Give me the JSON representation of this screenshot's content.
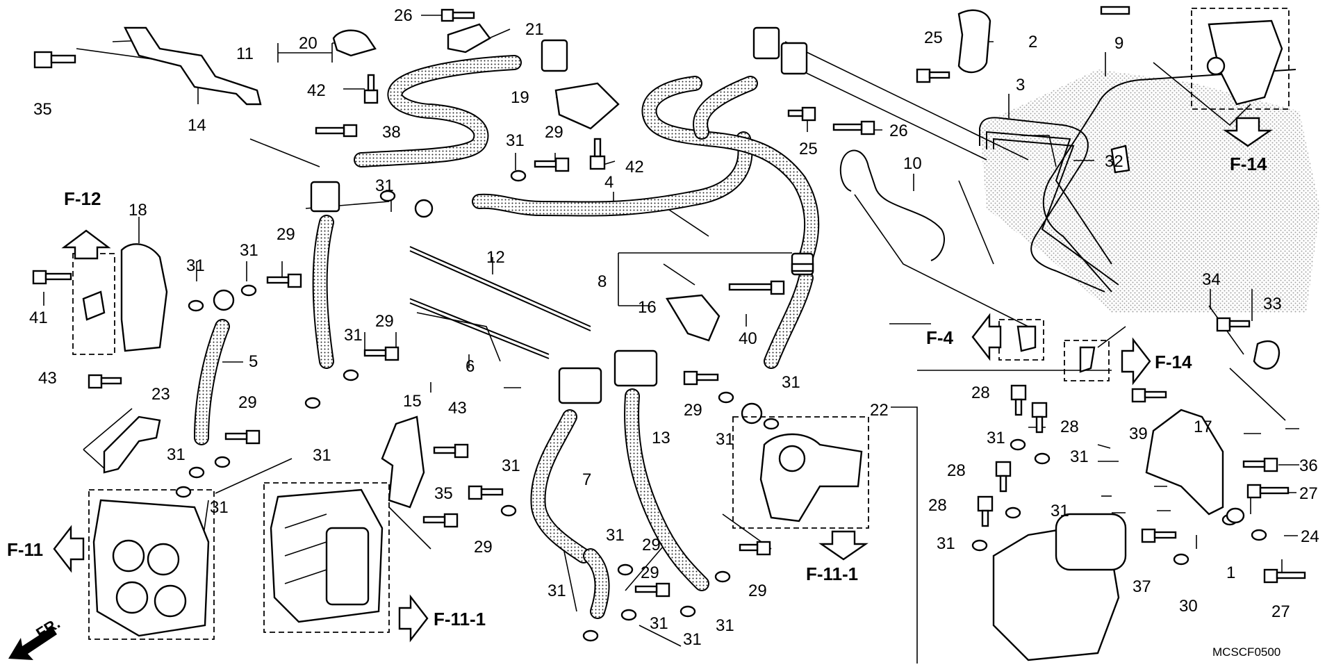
{
  "callouts": [
    {
      "id": "c1",
      "text": "26"
    },
    {
      "id": "c2",
      "text": "21"
    },
    {
      "id": "c3",
      "text": "20"
    },
    {
      "id": "c4",
      "text": "11"
    },
    {
      "id": "c5",
      "text": "25"
    },
    {
      "id": "c6",
      "text": "2"
    },
    {
      "id": "c7",
      "text": "9"
    },
    {
      "id": "c8",
      "text": "3"
    },
    {
      "id": "c9",
      "text": "35"
    },
    {
      "id": "c10",
      "text": "14"
    },
    {
      "id": "c11",
      "text": "42"
    },
    {
      "id": "c12",
      "text": "19"
    },
    {
      "id": "c13",
      "text": "38"
    },
    {
      "id": "c14",
      "text": "31"
    },
    {
      "id": "c15",
      "text": "29"
    },
    {
      "id": "c16",
      "text": "42"
    },
    {
      "id": "c17",
      "text": "25"
    },
    {
      "id": "c18",
      "text": "26"
    },
    {
      "id": "c19",
      "text": "10"
    },
    {
      "id": "c20",
      "text": "32"
    },
    {
      "id": "c21",
      "text": "18"
    },
    {
      "id": "c22",
      "text": "31"
    },
    {
      "id": "c23",
      "text": "4"
    },
    {
      "id": "c24",
      "text": "12"
    },
    {
      "id": "c25",
      "text": "41"
    },
    {
      "id": "c26",
      "text": "31"
    },
    {
      "id": "c27",
      "text": "31"
    },
    {
      "id": "c28",
      "text": "29"
    },
    {
      "id": "c29",
      "text": "8"
    },
    {
      "id": "c30",
      "text": "16"
    },
    {
      "id": "c31",
      "text": "40"
    },
    {
      "id": "c32",
      "text": "34"
    },
    {
      "id": "c33",
      "text": "33"
    },
    {
      "id": "c34",
      "text": "5"
    },
    {
      "id": "c35",
      "text": "31"
    },
    {
      "id": "c36",
      "text": "29"
    },
    {
      "id": "c37",
      "text": "6"
    },
    {
      "id": "c38",
      "text": "43"
    },
    {
      "id": "c39",
      "text": "23"
    },
    {
      "id": "c40",
      "text": "29"
    },
    {
      "id": "c41",
      "text": "31"
    },
    {
      "id": "c42",
      "text": "31"
    },
    {
      "id": "c43",
      "text": "15"
    },
    {
      "id": "c44",
      "text": "43"
    },
    {
      "id": "c45",
      "text": "13"
    },
    {
      "id": "c46",
      "text": "29"
    },
    {
      "id": "c47",
      "text": "31"
    },
    {
      "id": "c48",
      "text": "31"
    },
    {
      "id": "c49",
      "text": "22"
    },
    {
      "id": "c50",
      "text": "28"
    },
    {
      "id": "c51",
      "text": "28"
    },
    {
      "id": "c52",
      "text": "31"
    },
    {
      "id": "c53",
      "text": "31"
    },
    {
      "id": "c54",
      "text": "28"
    },
    {
      "id": "c55",
      "text": "28"
    },
    {
      "id": "c56",
      "text": "31"
    },
    {
      "id": "c57",
      "text": "31"
    },
    {
      "id": "c58",
      "text": "39"
    },
    {
      "id": "c59",
      "text": "17"
    },
    {
      "id": "c60",
      "text": "36"
    },
    {
      "id": "c61",
      "text": "27"
    },
    {
      "id": "c62",
      "text": "24"
    },
    {
      "id": "c63",
      "text": "1"
    },
    {
      "id": "c64",
      "text": "37"
    },
    {
      "id": "c65",
      "text": "30"
    },
    {
      "id": "c66",
      "text": "27"
    },
    {
      "id": "c67",
      "text": "35"
    },
    {
      "id": "c68",
      "text": "31"
    },
    {
      "id": "c69",
      "text": "7"
    },
    {
      "id": "c70",
      "text": "29"
    },
    {
      "id": "c71",
      "text": "31"
    },
    {
      "id": "c72",
      "text": "31"
    },
    {
      "id": "c73",
      "text": "29"
    },
    {
      "id": "c74",
      "text": "29"
    },
    {
      "id": "c75",
      "text": "31"
    },
    {
      "id": "c76",
      "text": "31"
    },
    {
      "id": "c77",
      "text": "31"
    },
    {
      "id": "c78",
      "text": "31"
    },
    {
      "id": "c79",
      "text": "29"
    },
    {
      "id": "c80",
      "text": "31"
    }
  ],
  "references": [
    {
      "id": "r1",
      "text": "F-12"
    },
    {
      "id": "r2",
      "text": "F-14"
    },
    {
      "id": "r3",
      "text": "F-4"
    },
    {
      "id": "r4",
      "text": "F-14"
    },
    {
      "id": "r5",
      "text": "F-11"
    },
    {
      "id": "r6",
      "text": "F-11-1"
    },
    {
      "id": "r7",
      "text": "F-11-1"
    }
  ],
  "front_label": "FR.",
  "diagram_code": "MCSCF0500"
}
